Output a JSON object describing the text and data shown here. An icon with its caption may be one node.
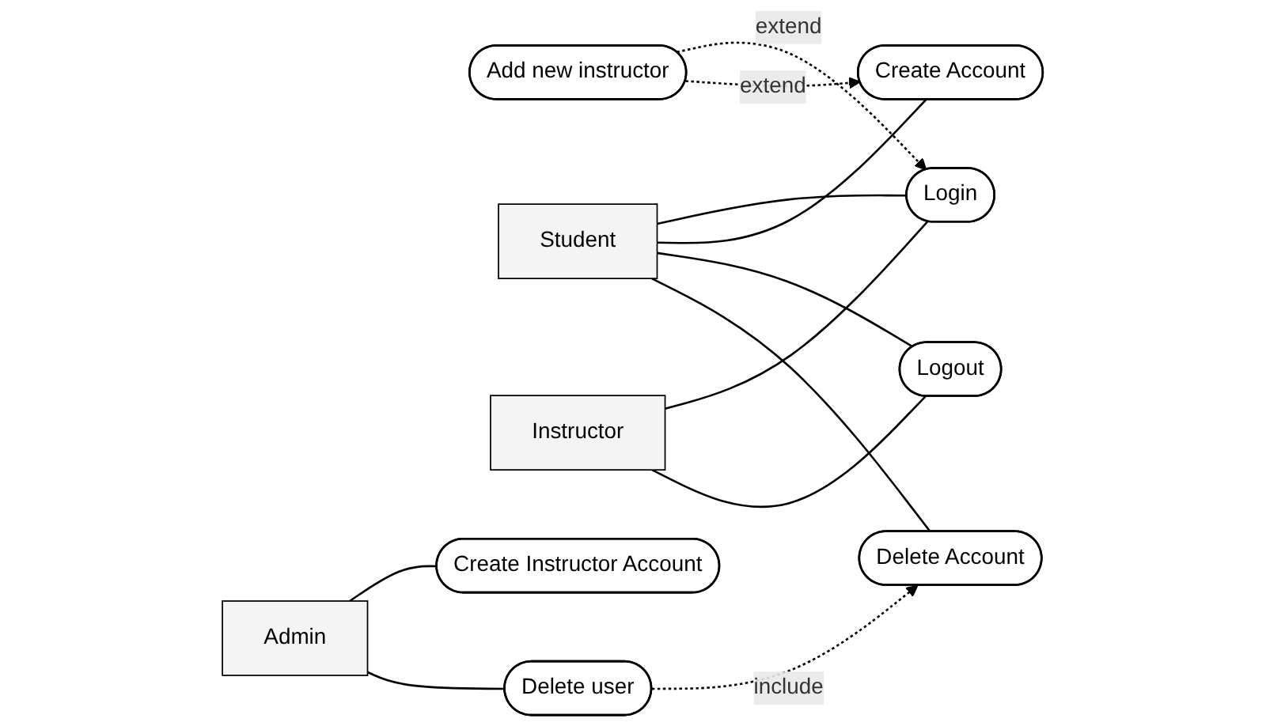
{
  "diagram": {
    "nodes": [
      {
        "text": [
          "Login"
        ]
      },
      {
        "text": [
          "Add new instructor"
        ]
      },
      {
        "text": [
          "Create Account"
        ]
      },
      {
        "text": [
          "Student"
        ]
      },
      {
        "text": [
          "Instructor"
        ]
      },
      {
        "text": [
          "Admin"
        ]
      },
      {
        "text": [
          "Logout"
        ]
      },
      {
        "text": [
          "Delete Account"
        ]
      },
      {
        "text": [
          "Create Instructor Account"
        ]
      },
      {
        "text": [
          "Delete user"
        ]
      }
    ],
    "edges": [
      {
        "from": 3,
        "to": 0,
        "arrow": "none"
      },
      {
        "from": 3,
        "to": 2,
        "arrow": "none"
      },
      {
        "from": 3,
        "to": 6,
        "arrow": "none"
      },
      {
        "from": 3,
        "to": 7,
        "arrow": "none"
      },
      {
        "from": 1,
        "to": 0,
        "arrow": "to",
        "style": "dashed",
        "label": "extend"
      },
      {
        "from": 1,
        "to": 2,
        "arrow": "to",
        "style": "dashed",
        "label": "extend"
      },
      {
        "from": 4,
        "to": 0,
        "arrow": "none"
      },
      {
        "from": 4,
        "to": 6,
        "arrow": "none"
      },
      {
        "from": 5,
        "to": 8,
        "arrow": "none"
      },
      {
        "from": 5,
        "to": 9,
        "arrow": "none"
      },
      {
        "from": 9,
        "to": 7,
        "arrow": "to",
        "style": "dashed",
        "label": "include"
      }
    ]
  }
}
